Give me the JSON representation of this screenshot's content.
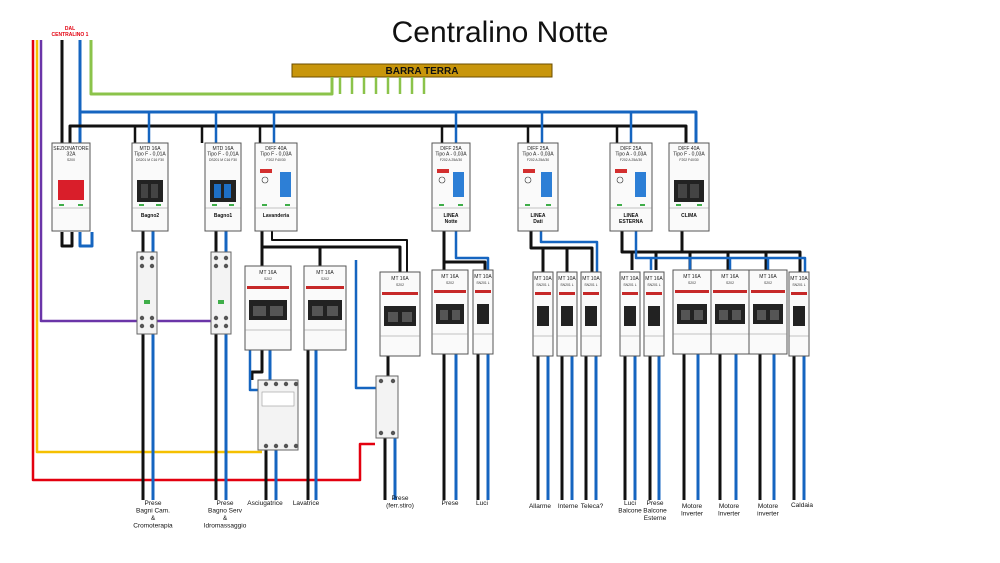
{
  "title": "Centralino Notte",
  "origin_label": [
    "DAL",
    "CENTRALINO 1"
  ],
  "earth_bar": {
    "label": "BARRA TERRA"
  },
  "colors": {
    "phase": "#111111",
    "neutral": "#1565c0",
    "earth": "#8bc34a",
    "feed_yellow": "#f5c000",
    "feed_red": "#e3000f",
    "feed_purple": "#6a35a8",
    "bar_fill": "#c8960c",
    "switch_red": "#d91e2a",
    "switch_blue": "#1e6fc5",
    "toggle_blue": "#2d7fd6"
  },
  "main_devices": [
    {
      "id": "sezionatore",
      "lines": [
        "SEZIONATORE",
        "32A",
        "S200"
      ],
      "circuit": "",
      "toggle": "red"
    },
    {
      "id": "mtd-bagno2",
      "lines": [
        "MTD 16A",
        "Tipo F - 0,01A",
        "DS201 M C16 F30"
      ],
      "circuit": "Bagno2",
      "toggle": "black"
    },
    {
      "id": "mtd-bagno1",
      "lines": [
        "MTD 16A",
        "Tipo F - 0,01A",
        "DS201 M C16 F30"
      ],
      "circuit": "Bagno1",
      "toggle": "blue"
    },
    {
      "id": "diff-lavanderia",
      "lines": [
        "DIFF 40A",
        "Tipo F - 0,03A",
        "F202 F40/30"
      ],
      "circuit": "Lavanderia",
      "toggle": "blue-rcd"
    },
    {
      "id": "diff-notte",
      "lines": [
        "DIFF 25A",
        "Tipo A - 0,03A",
        "F202 A 25A/30"
      ],
      "circuit": "LINEA\nNotte",
      "toggle": "blue-rcd"
    },
    {
      "id": "diff-dati",
      "lines": [
        "DIFF 25A",
        "Tipo A - 0,03A",
        "F202 A 25A/30"
      ],
      "circuit": "LINEA\nDati",
      "toggle": "blue-rcd"
    },
    {
      "id": "diff-esterna",
      "lines": [
        "DIFF 25A",
        "Tipo A - 0,03A",
        "F202 A 25A/30"
      ],
      "circuit": "LINEA\nESTERNA",
      "toggle": "blue-rcd"
    },
    {
      "id": "diff-clima",
      "lines": [
        "DIFF 40A",
        "Tipo F - 0,03A",
        "F202 F40/30"
      ],
      "circuit": "CLIMA",
      "toggle": "black"
    }
  ],
  "branch_breakers": [
    {
      "id": "mt-asciugatrice",
      "lines": [
        "MT 16A",
        "S202"
      ]
    },
    {
      "id": "mt-lavatrice",
      "lines": [
        "MT 16A",
        "S202"
      ]
    },
    {
      "id": "mt-prese-ferro",
      "lines": [
        "MT 16A",
        "S202"
      ]
    },
    {
      "id": "mt-prese-notte",
      "lines": [
        "MT 16A",
        "S202"
      ]
    },
    {
      "id": "mt-luci-notte",
      "lines": [
        "MT 10A",
        "SN201 L"
      ]
    },
    {
      "id": "mt-allarme",
      "lines": [
        "MT 10A",
        "SN201 L"
      ]
    },
    {
      "id": "mt-interne",
      "lines": [
        "MT 10A",
        "SN201 L"
      ]
    },
    {
      "id": "mt-telecamere",
      "lines": [
        "MT 10A",
        "SN201 L"
      ]
    },
    {
      "id": "mt-luci-balcone",
      "lines": [
        "MT 10A",
        "SN201 L"
      ]
    },
    {
      "id": "mt-prese-balcone",
      "lines": [
        "MT 16A",
        "SN201 L"
      ]
    },
    {
      "id": "mt-motore-1",
      "lines": [
        "MT 16A",
        "S202"
      ]
    },
    {
      "id": "mt-motore-2",
      "lines": [
        "MT 16A",
        "S202"
      ]
    },
    {
      "id": "mt-motore-3",
      "lines": [
        "MT 16A",
        "S202"
      ]
    },
    {
      "id": "mt-caldaia",
      "lines": [
        "MT 10A",
        "SN201 L"
      ]
    }
  ],
  "outputs": [
    {
      "id": "prese-bagni",
      "lines": [
        "Prese",
        "Bagni Cam.",
        "&",
        "Cromoterapia"
      ]
    },
    {
      "id": "prese-bagno-serv",
      "lines": [
        "Prese",
        "Bagno Serv",
        "&",
        "Idromassaggio"
      ]
    },
    {
      "id": "asciugatrice",
      "lines": [
        "Asciugatrice"
      ]
    },
    {
      "id": "lavatrice",
      "lines": [
        "Lavatrice"
      ]
    },
    {
      "id": "prese-ferro",
      "lines": [
        "Prese",
        "(ferr.stiro)"
      ]
    },
    {
      "id": "prese",
      "lines": [
        "Prese"
      ]
    },
    {
      "id": "luci",
      "lines": [
        "Luci"
      ]
    },
    {
      "id": "allarme",
      "lines": [
        "Allarme"
      ]
    },
    {
      "id": "interne",
      "lines": [
        "Interne"
      ]
    },
    {
      "id": "telecamere",
      "lines": [
        "Teleca?"
      ]
    },
    {
      "id": "luci-balcone",
      "lines": [
        "Luci",
        "Balcone"
      ]
    },
    {
      "id": "prese-balcone",
      "lines": [
        "Prese",
        "Balcone",
        "Esterne"
      ]
    },
    {
      "id": "motore-1",
      "lines": [
        "Motore",
        "Inverter"
      ]
    },
    {
      "id": "motore-2",
      "lines": [
        "Motore",
        "Inverter"
      ]
    },
    {
      "id": "motore-3",
      "lines": [
        "Motore",
        "inverter"
      ]
    },
    {
      "id": "caldaia",
      "lines": [
        "Caldaia"
      ]
    }
  ]
}
